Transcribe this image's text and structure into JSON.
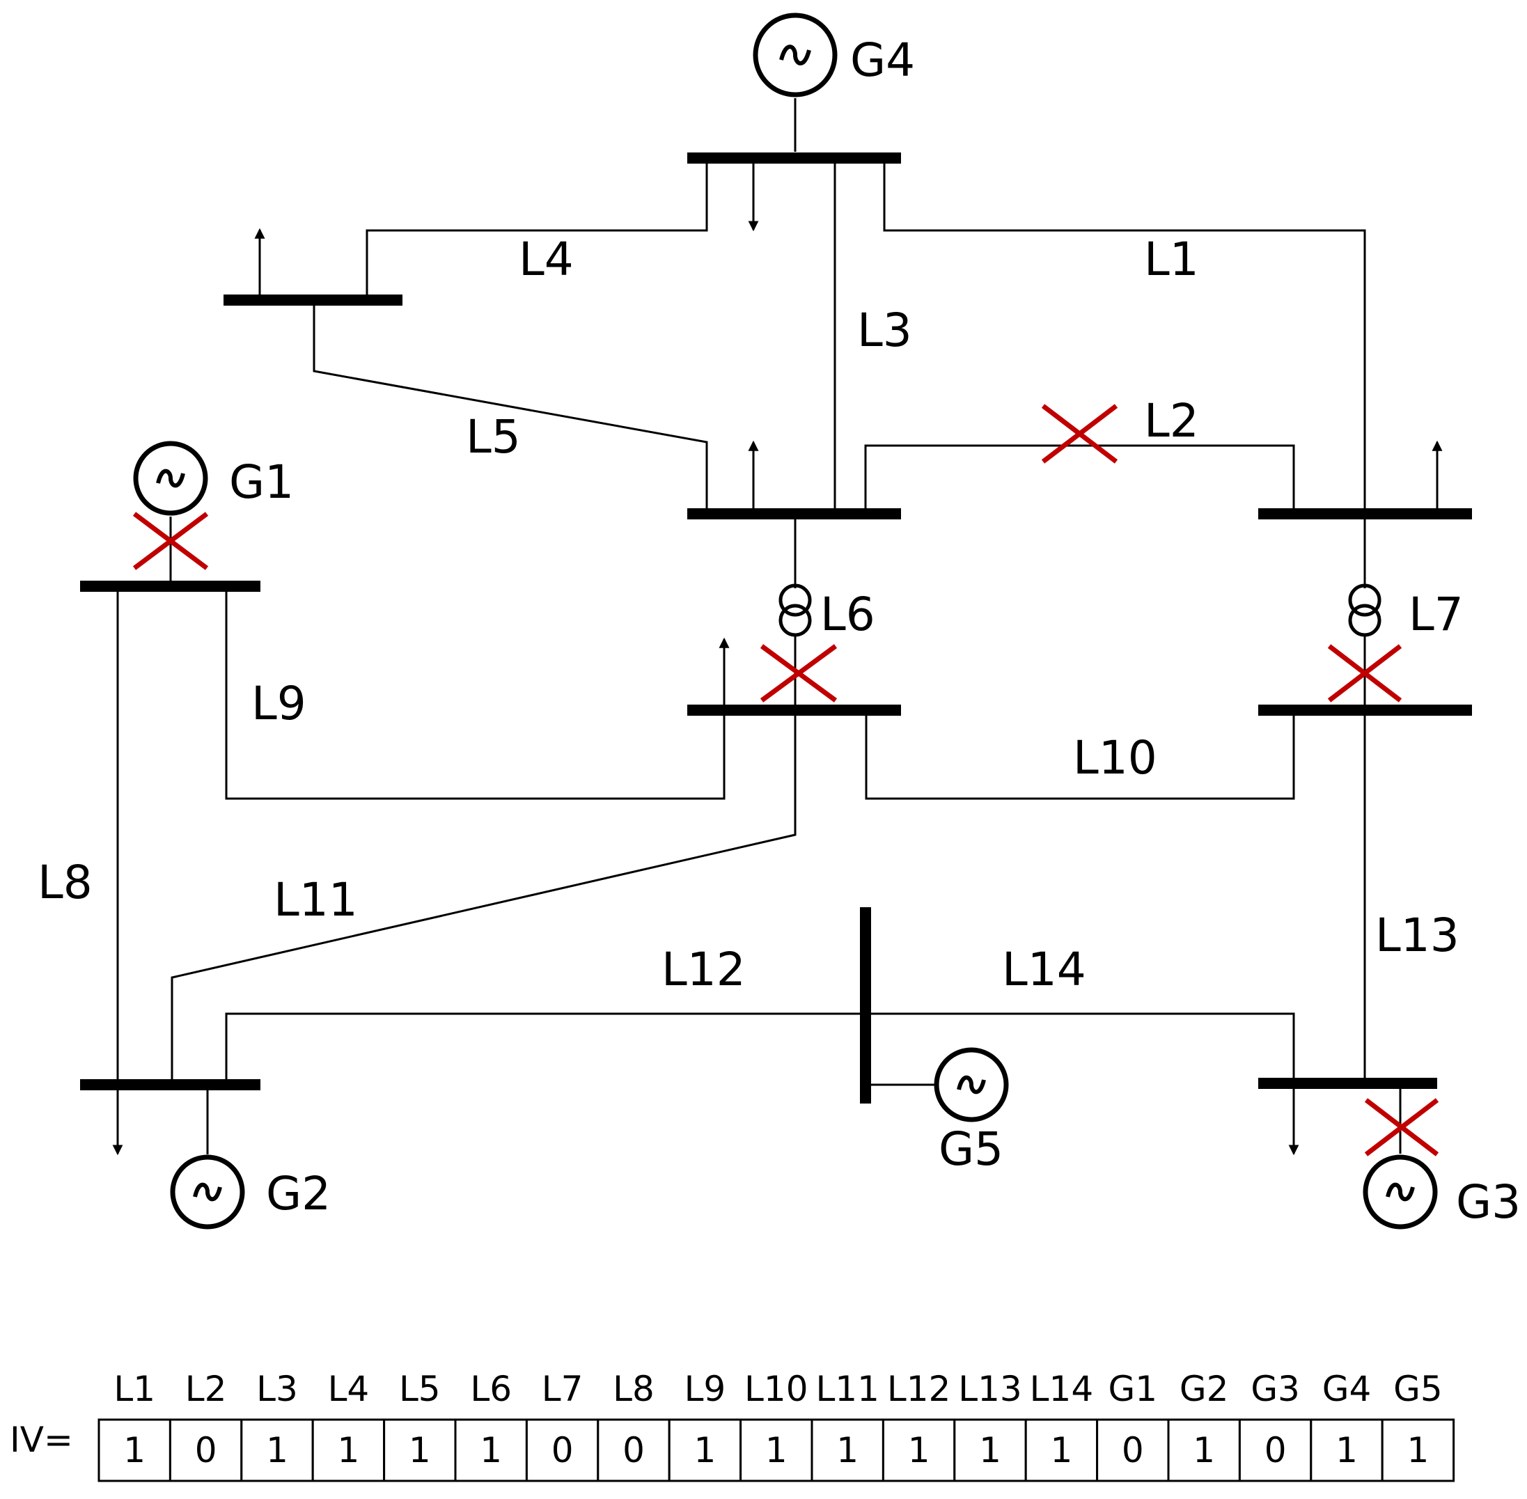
{
  "colors": {
    "outage_mark": "#c00000",
    "line": "#000000"
  },
  "icons": {
    "generator": "generator-icon",
    "load": "load-arrow-icon",
    "transformer": "transformer-icon",
    "outage": "outage-x-icon"
  },
  "lines": {
    "L1": "L1",
    "L2": "L2",
    "L3": "L3",
    "L4": "L4",
    "L5": "L5",
    "L6": "L6",
    "L7": "L7",
    "L8": "L8",
    "L9": "L9",
    "L10": "L10",
    "L11": "L11",
    "L12": "L12",
    "L13": "L13",
    "L14": "L14"
  },
  "generators": {
    "G1": "G1",
    "G2": "G2",
    "G3": "G3",
    "G4": "G4",
    "G5": "G5"
  },
  "iv_table": {
    "prefix": "IV=",
    "headers": [
      "L1",
      "L2",
      "L3",
      "L4",
      "L5",
      "L6",
      "L7",
      "L8",
      "L9",
      "L10",
      "L11",
      "L12",
      "L13",
      "L14",
      "G1",
      "G2",
      "G3",
      "G4",
      "G5"
    ],
    "values": [
      "1",
      "0",
      "1",
      "1",
      "1",
      "1",
      "0",
      "0",
      "1",
      "1",
      "1",
      "1",
      "1",
      "1",
      "0",
      "1",
      "0",
      "1",
      "1"
    ]
  }
}
